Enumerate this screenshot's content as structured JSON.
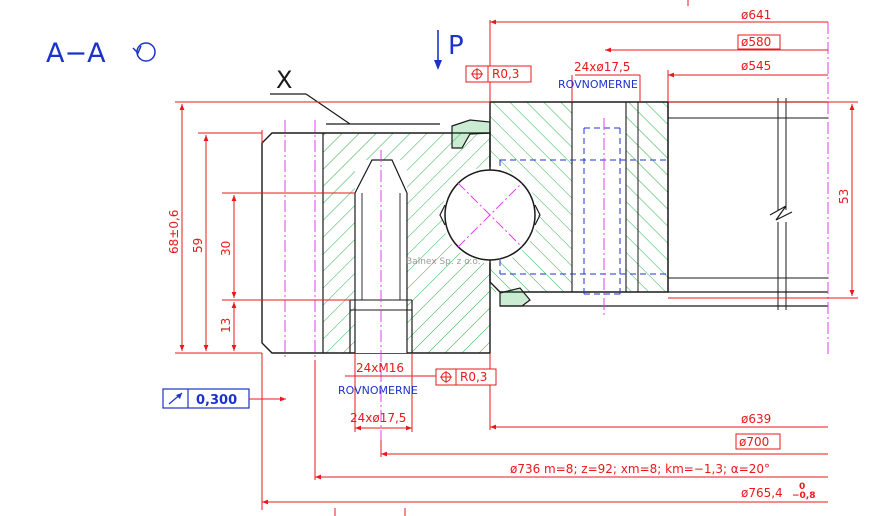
{
  "section": {
    "label": "A−A",
    "rotation_icon": "rotation-arrow-icon"
  },
  "load_arrow_label": "P",
  "detail_label": "X",
  "watermark": "Balnex Sp. z o.o.",
  "colors": {
    "dimension": "#e8191c",
    "outline": "#1a1a1a",
    "hatch": "#2bb34a",
    "centerline": "#e040e8",
    "hidden": "#2233cc",
    "box": "#1c33c9"
  },
  "dims": {
    "d641": "ø641",
    "d580": "ø580",
    "d545": "ø545",
    "holes_top": "24xø17,5",
    "rovnomerne_top": "ROVNOMERNE",
    "pos_top": "R0,3",
    "pos_bottom": "R0,3",
    "h53": "53",
    "h68": "68±0,6",
    "h59": "59",
    "h30": "30",
    "h13": "13",
    "thread": "24xM16",
    "rovnomerne_bottom": "ROVNOMERNE",
    "holes_bottom": "24xø17,5",
    "runout": "0,300",
    "d639": "ø639",
    "d700": "ø700",
    "gear": "ø736  m=8;  z=92;  xm=8;  km=−1,3;  α=20°",
    "d765": "ø765,4",
    "tol_upper": "0",
    "tol_lower": "−0,8"
  }
}
